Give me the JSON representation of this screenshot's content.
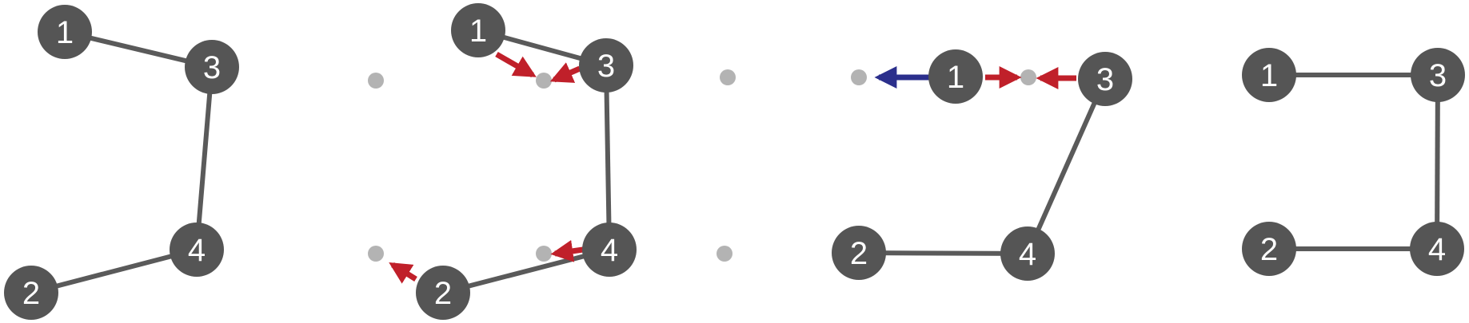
{
  "colors": {
    "node_fill": "#555555",
    "edge": "#5a5a5a",
    "grid_dot": "#b3b3b3",
    "arrow_red": "#c0202a",
    "arrow_blue": "#2b2f8c",
    "label": "#ffffff"
  },
  "panels": [
    {
      "id": "panel-1",
      "nodes": [
        {
          "label": "1"
        },
        {
          "label": "3"
        },
        {
          "label": "4"
        },
        {
          "label": "2"
        }
      ],
      "edges": [
        [
          "1",
          "3"
        ],
        [
          "3",
          "4"
        ],
        [
          "4",
          "2"
        ]
      ],
      "grid_dots": 0,
      "arrows": []
    },
    {
      "id": "panel-2",
      "nodes": [
        {
          "label": "1"
        },
        {
          "label": "3"
        },
        {
          "label": "4"
        },
        {
          "label": "2"
        }
      ],
      "edges": [
        [
          "1",
          "3"
        ],
        [
          "3",
          "4"
        ],
        [
          "4",
          "2"
        ]
      ],
      "grid_dots": 4,
      "arrows": [
        {
          "from": "1",
          "color": "red"
        },
        {
          "from": "3",
          "color": "red"
        },
        {
          "from": "4",
          "color": "red"
        },
        {
          "from": "2",
          "color": "red"
        }
      ]
    },
    {
      "id": "panel-3",
      "nodes": [
        {
          "label": "1"
        },
        {
          "label": "3"
        },
        {
          "label": "4"
        },
        {
          "label": "2"
        }
      ],
      "edges": [
        [
          "3",
          "4"
        ],
        [
          "4",
          "2"
        ]
      ],
      "grid_dots": 4,
      "arrows": [
        {
          "from": "1",
          "color": "blue"
        },
        {
          "from": "1",
          "color": "red"
        },
        {
          "from": "3",
          "color": "red"
        }
      ]
    },
    {
      "id": "panel-4",
      "nodes": [
        {
          "label": "1"
        },
        {
          "label": "3"
        },
        {
          "label": "4"
        },
        {
          "label": "2"
        }
      ],
      "edges": [
        [
          "1",
          "3"
        ],
        [
          "3",
          "4"
        ],
        [
          "2",
          "4"
        ]
      ],
      "grid_dots": 0,
      "arrows": []
    }
  ]
}
